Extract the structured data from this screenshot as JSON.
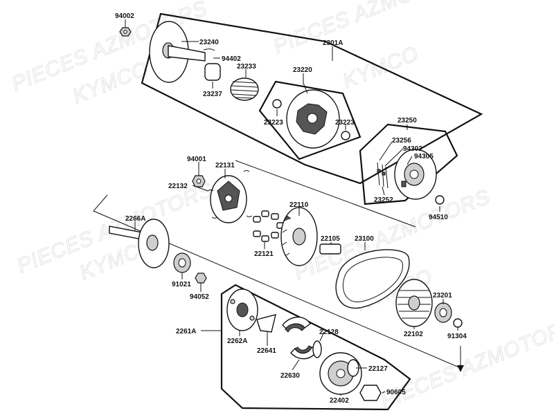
{
  "watermarks": {
    "brand1": "PIECES AZMOTORS",
    "brand2": "KYMCO"
  },
  "labels": {
    "p94002": "94002",
    "p23240": "23240",
    "p94402": "94402",
    "p23233": "23233",
    "p23237": "23237",
    "p2301A": "2301A",
    "p23220": "23220",
    "p23223a": "23223",
    "p23223b": "23223",
    "p23250": "23250",
    "p23256": "23256",
    "p94302": "94302",
    "p94305": "94305",
    "p23252": "23252",
    "p94510": "94510",
    "p94001": "94001",
    "p22131": "22131",
    "p22132": "22132",
    "p2266A": "2266A",
    "p22110": "22110",
    "p22121": "22121",
    "p22105": "22105",
    "p23100": "23100",
    "p91021": "91021",
    "p94052": "94052",
    "p23201": "23201",
    "p22102": "22102",
    "p91304": "91304",
    "p2261A": "2261A",
    "p2262A": "2262A",
    "p22128": "22128",
    "p22641": "22641",
    "p22127": "22127",
    "p22630": "22630",
    "p90605": "90605",
    "p22402": "22402"
  }
}
